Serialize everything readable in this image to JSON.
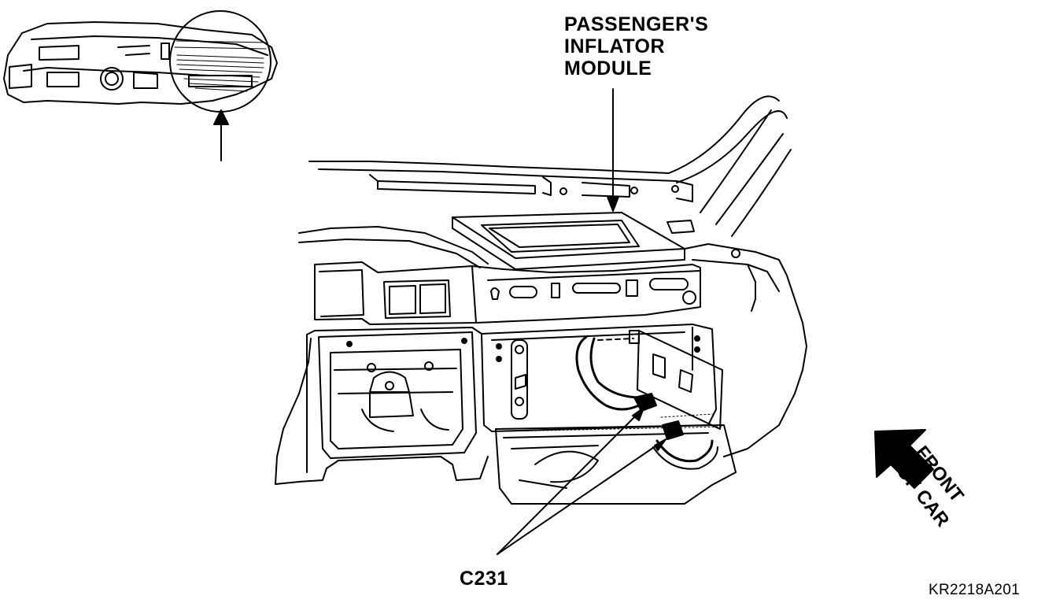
{
  "callouts": {
    "inflator_module": [
      "PASSENGER'S",
      "INFLATOR",
      "MODULE"
    ],
    "connector": "C231",
    "orientation_line1": "FRONT",
    "orientation_line2": "OF CAR"
  },
  "figure_code": "KR2218A201",
  "colors": {
    "ink": "#000000",
    "paper": "#ffffff"
  },
  "icons": {
    "orientation": "front-of-car-arrow-icon",
    "locator_arrow": "locator-arrow-icon"
  }
}
